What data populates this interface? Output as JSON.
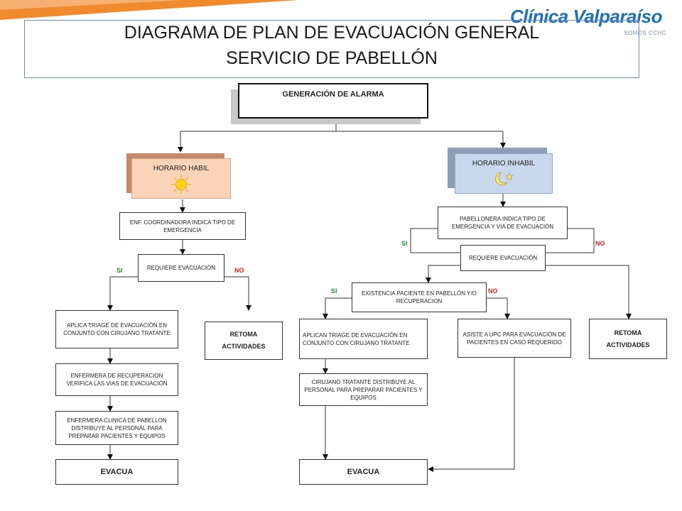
{
  "header": {
    "title_line1": "DIAGRAMA DE PLAN DE EVACUACIÓN GENERAL",
    "title_line2": "SERVICIO DE PABELLÓN",
    "logo_name": "Clínica Valparaíso",
    "logo_tagline": "SOMOS CCHC"
  },
  "flow": {
    "alarm": "GENERACIÓN DE ALARMA",
    "habil": {
      "label": "HORARIO HABIL",
      "coordinator": "ENF. COORDINADORA INDICA TIPO DE EMERGENCIA",
      "requires_evac": "REQUIERE EVACUACIÓN",
      "yes": "SI",
      "no": "NO",
      "triage": "APLICA TRIAGE DE EVACUACIÓN EN CONJUNTO CON CIRUJANO TRATANTE",
      "recovery_nurse": "ENFERMERA DE RECUPERACION VERIFICA LAS VIAS DE EVACUACIÓN",
      "clinical_nurse": "ENFERMERA CLINICA DE PABELLON DISTRIBUYE AL PERSONAL PARA PREPARAR PACIENTES Y EQUIPOS",
      "evacuate": "EVACUA",
      "resume": "RETOMA ACTIVIDADES"
    },
    "inhabil": {
      "label": "HORARIO INHABIL",
      "pabellonera": "PABELLONERA INDICA TIPO DE EMERGENCIA Y VIA DE EVACUACIÓN",
      "yes": "SI",
      "no": "NO",
      "requires_evac": "REQUIERE EVACUACIÓN",
      "patient_exists": "EXISTENCIA PACIENTE EN PABELLÓN Y/O RECUPERACION",
      "yes2": "SI",
      "no2": "NO",
      "triage": "APLICAN TRIAGE DE EVACUACIÓN EN CONJUNTO CON CIRUJANO TRATANTE",
      "upc": "ASISTE A UPC PARA EVACUACIÓN DE PACIENTES EN CASO REQUERIDO",
      "resume": "RETOMA ACTIVIDADES",
      "surgeon": "CIRUJANO TRATANTE DISTRIBUYE AL PERSONAL PARA PREPARAR PACIENTES Y EQUIPOS",
      "evacuate": "EVACUA"
    }
  },
  "colors": {
    "accent_orange": "#f08a2c",
    "logo_blue": "#1f6fb8",
    "habil_fill": "#fbd3b8",
    "habil_shadow": "#c28a6a",
    "inhabil_fill": "#c9d7ec",
    "inhabil_shadow": "#8e9cb4",
    "yes_green": "#2e8b3a",
    "no_red": "#e02020"
  }
}
